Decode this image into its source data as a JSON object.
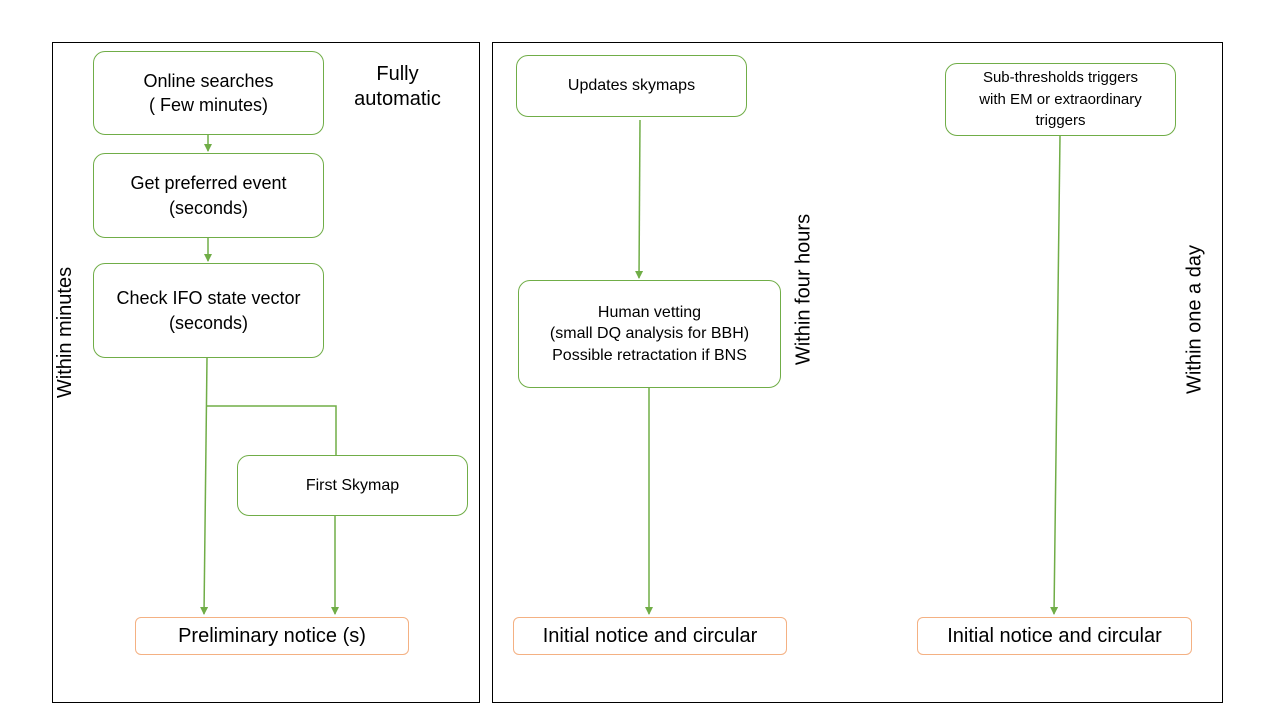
{
  "left_panel": {
    "online_searches": {
      "line1": "Online searches",
      "line2": "( Few minutes)"
    },
    "fully_automatic": {
      "line1": "Fully",
      "line2": "automatic"
    },
    "preferred_event": {
      "line1": "Get preferred event",
      "line2": "(seconds)"
    },
    "ifo_check": {
      "line1": "Check IFO state vector",
      "line2": "(seconds)"
    },
    "first_skymap": "First Skymap",
    "preliminary_notice": "Preliminary notice (s)",
    "time_label": "Within minutes"
  },
  "middle_column": {
    "update_skymaps": "Updates skymaps",
    "human_vetting": {
      "line1": "Human vetting",
      "line2": "(small DQ analysis for BBH)",
      "line3": "Possible retractation if BNS"
    },
    "initial_notice": "Initial notice and circular",
    "time_label": "Within four hours"
  },
  "right_column": {
    "subthreshold": {
      "line1": "Sub-thresholds triggers",
      "line2": "with EM or extraordinary",
      "line3": "triggers"
    },
    "initial_notice": "Initial notice and circular",
    "time_label": "Within one a day"
  },
  "colors": {
    "node_border": "#70ad47",
    "output_border": "#f4b183",
    "arrow": "#70ad47"
  }
}
